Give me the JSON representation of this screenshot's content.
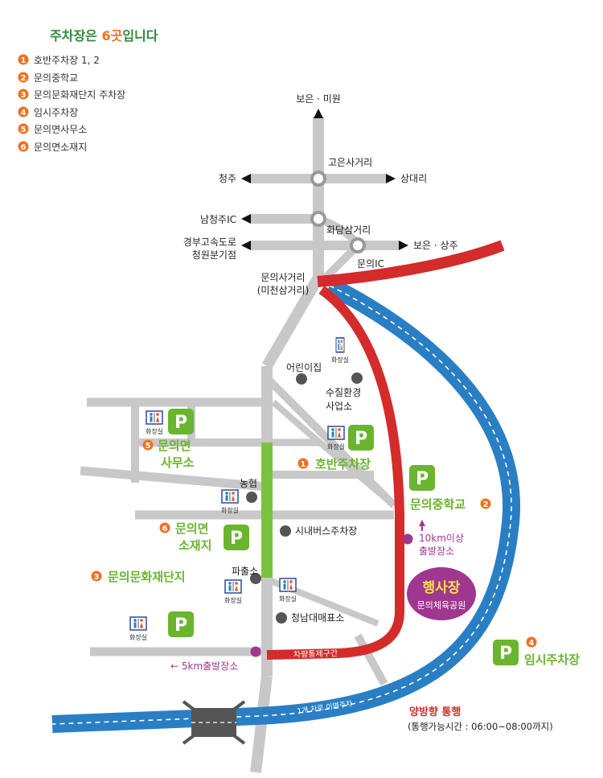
{
  "title": {
    "prefix": "주차장은 ",
    "highlight": "6곳",
    "suffix": "입니다"
  },
  "legend": [
    {
      "num": "1",
      "label": "호반주차장 1, 2"
    },
    {
      "num": "2",
      "label": "문의중학교"
    },
    {
      "num": "3",
      "label": "문의문화재단지 주차장"
    },
    {
      "num": "4",
      "label": "임시주차장"
    },
    {
      "num": "5",
      "label": "문의면사무소"
    },
    {
      "num": "6",
      "label": "문의면소재지"
    }
  ],
  "directions": {
    "north": "보은 · 미원",
    "cheongju": "청주",
    "sangdaeri": "상대리",
    "namcheongju": "남청주IC",
    "gyeongbu_1": "경부고속도로",
    "gyeongbu_2": "청원분기점",
    "boeun_sangju": "보은 · 상주"
  },
  "intersections": {
    "goeun": "고은사거리",
    "hwadang": "화당삼거리",
    "muni_ic": "문의IC",
    "muni_sageori": "문의사거리",
    "micheon": "(미천삼거리)"
  },
  "places": {
    "daycare": "어린이집",
    "water_1": "수질환경",
    "water_2": "사업소",
    "nonghyup": "농협",
    "bus_parking": "시내버스주차장",
    "police": "파출소",
    "cheongnam": "청남대매표소"
  },
  "parking": {
    "p_symbol": "P",
    "office_num": "5",
    "office_1": "문의면",
    "office_2": "사무소",
    "hoban_num": "1",
    "hoban": "호반주차장",
    "school": "문의중학교",
    "school_num": "2",
    "town_num": "6",
    "town_1": "문의면",
    "town_2": "소재지",
    "heritage_num": "3",
    "heritage": "문의문화재단지",
    "temp_num": "4",
    "temp": "임시주차장"
  },
  "toilet": "화장실",
  "roads": {
    "restricted": "차량통제구간",
    "one_lane": "1개 차로 이면주차"
  },
  "start_points": {
    "start10_1": "10km이상",
    "start10_2": "출발장소",
    "start5": "← 5km출발장소"
  },
  "venue": {
    "name": "행사장",
    "sub": "문의체육공원"
  },
  "traffic": {
    "title": "양방향 통행",
    "hours": "(통행가능시간 : 06:00~08:00까지)"
  },
  "colors": {
    "red_road": "#d42b2b",
    "blue_road": "#2a7fc4",
    "green_road": "#7cc142",
    "gray_road": "#c8c8c8",
    "parking_green": "#6ab42f",
    "number_orange": "#f07020",
    "title_green": "#2e8b3a",
    "highlight_orange": "#f07020",
    "venue_purple": "#a0378f"
  }
}
